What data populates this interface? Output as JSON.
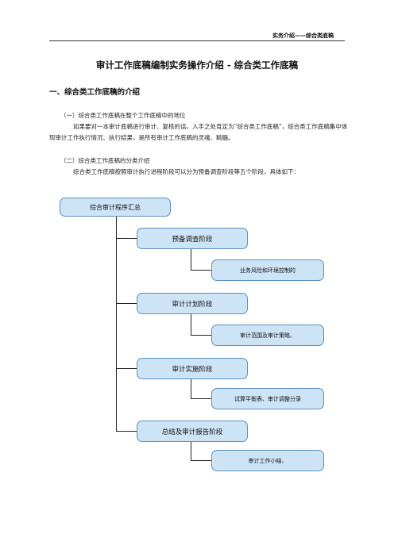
{
  "header": {
    "text": "实务介绍——综合类底稿"
  },
  "title": "审计工作底稿编制实务操作介绍 - 综合类工作底稿",
  "section1": {
    "heading": "一、综合类工作底稿的介绍",
    "sub1": "（一）综合类工作底稿在整个工作底稿中的地位",
    "para1": "如果要对一本审计底稿进行审计、复核的话，入手之处肯定为“综合类工作底稿”，综合类工作底稿集中体现审计工作执行情况、执行结果，是所有审计工作底稿的灵魂、精髓。",
    "sub2": "（二）综合类工作底稿的分类介绍",
    "para2": "综合类工作底稿按照审计执行进程阶段可以分为预备调查阶段等五个阶段，具体如下："
  },
  "diagram": {
    "root": "综合审计程序汇总",
    "stages": [
      {
        "label": "预备调查阶段",
        "detail": "业务风险和环境控制的"
      },
      {
        "label": "审计计划阶段",
        "detail": "审计范围及审计策略、"
      },
      {
        "label": "审计实施阶段",
        "detail": "试算平衡表、审计调整分录"
      },
      {
        "label": "总结及审计报告阶段",
        "detail": "审计工作小结、"
      }
    ]
  }
}
